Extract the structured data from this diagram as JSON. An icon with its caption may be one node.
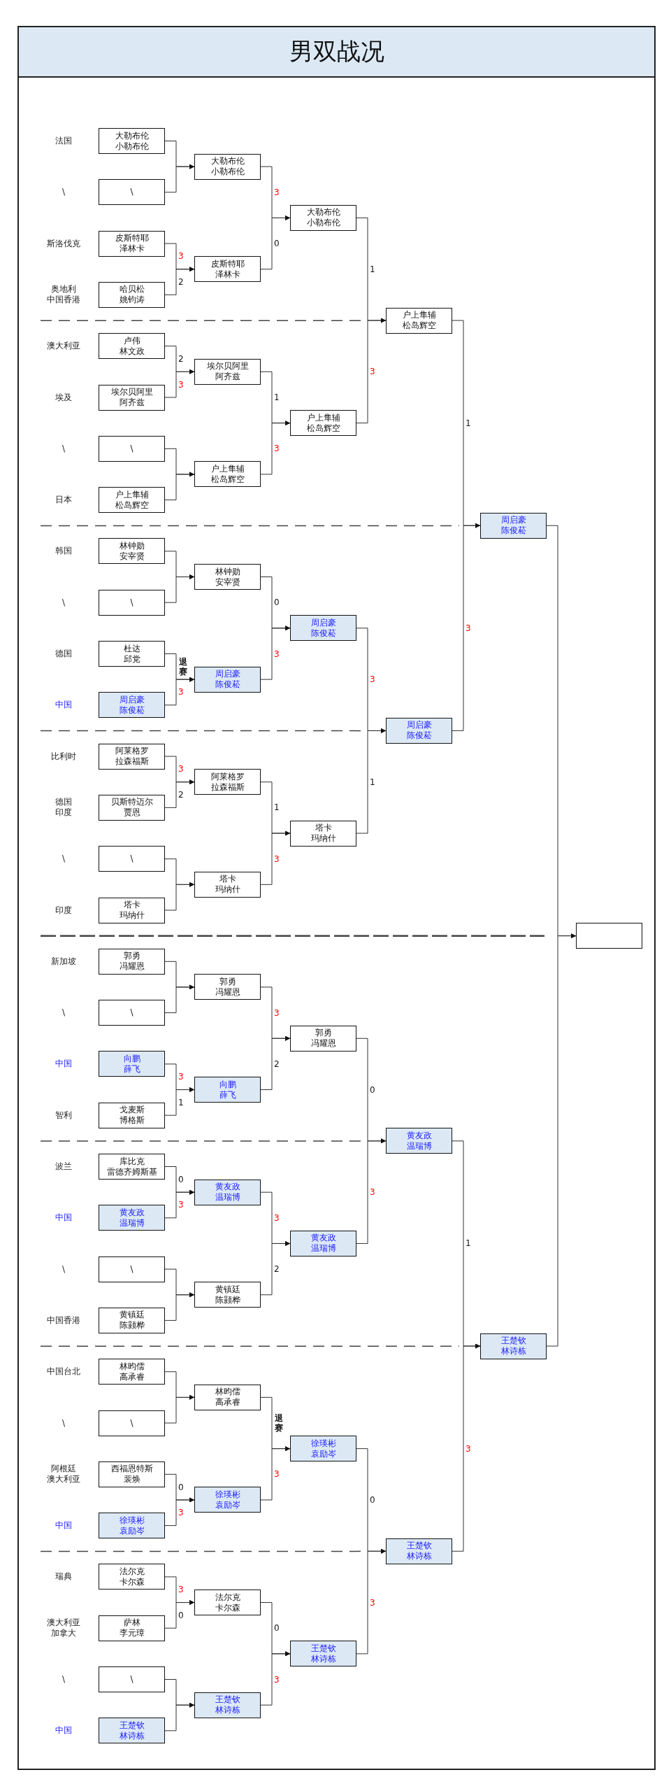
{
  "diagram": {
    "title": "男双战况",
    "nodes": [
      {
        "text": [
          "大勒布伦",
          "小勒布伦"
        ],
        "beside": [
          "法国"
        ]
      },
      {
        "text": [
          "\\"
        ],
        "beside": [
          "\\"
        ]
      },
      {
        "text": [
          "皮斯特耶",
          "泽林卡"
        ],
        "beside": [
          "斯洛伐克"
        ]
      },
      {
        "text": [
          "哈贝松",
          "姚钧涛"
        ],
        "beside": [
          "奥地利",
          "中国香港"
        ]
      },
      {
        "text": [
          "卢伟",
          "林文政"
        ],
        "beside": [
          "澳大利亚"
        ]
      },
      {
        "text": [
          "埃尔贝阿里",
          "阿齐兹"
        ],
        "beside": [
          "埃及"
        ]
      },
      {
        "text": [
          "\\"
        ],
        "beside": [
          "\\"
        ]
      },
      {
        "text": [
          "户上隼辅",
          "松岛辉空"
        ],
        "beside": [
          "日本"
        ]
      },
      {
        "text": [
          "林钟勋",
          "安宰贤"
        ],
        "beside": [
          "韩国"
        ]
      },
      {
        "text": [
          "\\"
        ],
        "beside": [
          "\\"
        ]
      },
      {
        "text": [
          "杜达",
          "邱党"
        ],
        "beside": [
          "德国"
        ]
      },
      {
        "text": [
          "周启豪",
          "陈俊菘"
        ],
        "beside": [
          "中国"
        ]
      },
      {
        "text": [
          "阿莱格罗",
          "拉森福斯"
        ],
        "beside": [
          "比利时"
        ]
      },
      {
        "text": [
          "贝斯特迈尔",
          "贾恩"
        ],
        "beside": [
          "德国",
          "印度"
        ]
      },
      {
        "text": [
          "\\"
        ],
        "beside": [
          "\\"
        ]
      },
      {
        "text": [
          "塔卡",
          "玛纳什"
        ],
        "beside": [
          "印度"
        ]
      },
      {
        "text": [
          "郭勇",
          "冯耀恩"
        ],
        "beside": [
          "新加坡"
        ]
      },
      {
        "text": [
          "\\"
        ],
        "beside": [
          "\\"
        ]
      },
      {
        "text": [
          "向鹏",
          "薛飞"
        ],
        "beside": [
          "中国"
        ]
      },
      {
        "text": [
          "戈麦斯",
          "博格斯"
        ],
        "beside": [
          "智利"
        ]
      },
      {
        "text": [
          "库比克",
          "雷德齐姆斯基"
        ],
        "beside": [
          "波兰"
        ]
      },
      {
        "text": [
          "黄友政",
          "温瑞博"
        ],
        "beside": [
          "中国"
        ]
      },
      {
        "text": [
          "\\"
        ],
        "beside": [
          "\\"
        ]
      },
      {
        "text": [
          "黄镇廷",
          "陈颢桦"
        ],
        "beside": [
          "中国香港"
        ]
      },
      {
        "text": [
          "林昀儒",
          "高承睿"
        ],
        "beside": [
          "中国台北"
        ]
      },
      {
        "text": [
          "\\"
        ],
        "beside": [
          "\\"
        ]
      },
      {
        "text": [
          "西福恩特斯",
          "裴焕"
        ],
        "beside": [
          "阿根廷",
          "澳大利亚"
        ]
      },
      {
        "text": [
          "徐瑛彬",
          "袁励岑"
        ],
        "beside": [
          "中国"
        ]
      },
      {
        "text": [
          "法尔克",
          "卡尔森"
        ],
        "beside": [
          "瑞典"
        ]
      },
      {
        "text": [
          "萨林",
          "李元璋"
        ],
        "beside": [
          "澳大利亚",
          "加拿大"
        ]
      },
      {
        "text": [
          "\\"
        ],
        "beside": [
          "\\"
        ]
      },
      {
        "text": [
          "王楚钦",
          "林诗栋"
        ],
        "beside": [
          "中国"
        ]
      },
      {
        "text": [
          "大勒布伦",
          "小勒布伦"
        ]
      },
      {
        "text": [
          "皮斯特耶",
          "泽林卡"
        ]
      },
      {
        "text": [
          "埃尔贝阿里",
          "阿齐兹"
        ]
      },
      {
        "text": [
          "户上隼辅",
          "松岛辉空"
        ]
      },
      {
        "text": [
          "林钟勋",
          "安宰贤"
        ]
      },
      {
        "text": [
          "周启豪",
          "陈俊菘"
        ]
      },
      {
        "text": [
          "阿莱格罗",
          "拉森福斯"
        ]
      },
      {
        "text": [
          "塔卡",
          "玛纳什"
        ]
      },
      {
        "text": [
          "郭勇",
          "冯耀恩"
        ]
      },
      {
        "text": [
          "向鹏",
          "薛飞"
        ]
      },
      {
        "text": [
          "黄友政",
          "温瑞博"
        ]
      },
      {
        "text": [
          "黄镇廷",
          "陈颢桦"
        ]
      },
      {
        "text": [
          "林昀儒",
          "高承睿"
        ]
      },
      {
        "text": [
          "徐瑛彬",
          "袁励岑"
        ]
      },
      {
        "text": [
          "法尔克",
          "卡尔森"
        ]
      },
      {
        "text": [
          "王楚钦",
          "林诗栋"
        ]
      },
      {
        "text": [
          "大勒布伦",
          "小勒布伦"
        ]
      },
      {
        "text": [
          "户上隼辅",
          "松岛辉空"
        ]
      },
      {
        "text": [
          "周启豪",
          "陈俊菘"
        ]
      },
      {
        "text": [
          "塔卡",
          "玛纳什"
        ]
      },
      {
        "text": [
          "郭勇",
          "冯耀恩"
        ]
      },
      {
        "text": [
          "黄友政",
          "温瑞博"
        ]
      },
      {
        "text": [
          "徐瑛彬",
          "袁励岑"
        ]
      },
      {
        "text": [
          "王楚钦",
          "林诗栋"
        ]
      },
      {
        "text": [
          "户上隼辅",
          "松岛辉空"
        ]
      },
      {
        "text": [
          "周启豪",
          "陈俊菘"
        ]
      },
      {
        "text": [
          "黄友政",
          "温瑞博"
        ]
      },
      {
        "text": [
          "王楚钦",
          "林诗栋"
        ]
      },
      {
        "text": [
          "周启豪",
          "陈俊菘"
        ]
      },
      {
        "text": [
          "王楚钦",
          "林诗栋"
        ]
      },
      {
        "text": [],
        "shape": "box"
      }
    ],
    "edges": [
      {
        "from": 0,
        "to": 32,
        "arrow": "to"
      },
      {
        "from": 1,
        "to": 32,
        "arrow": "to"
      },
      {
        "from": 2,
        "to": 33,
        "arrow": "to",
        "label": "3"
      },
      {
        "from": 3,
        "to": 33,
        "arrow": "to",
        "label": "2"
      },
      {
        "from": 4,
        "to": 34,
        "arrow": "to",
        "label": "2"
      },
      {
        "from": 5,
        "to": 34,
        "arrow": "to",
        "label": "3"
      },
      {
        "from": 6,
        "to": 35,
        "arrow": "to"
      },
      {
        "from": 7,
        "to": 35,
        "arrow": "to"
      },
      {
        "from": 8,
        "to": 36,
        "arrow": "to"
      },
      {
        "from": 9,
        "to": 36,
        "arrow": "to"
      },
      {
        "from": 10,
        "to": 37,
        "arrow": "to",
        "label": "退赛"
      },
      {
        "from": 11,
        "to": 37,
        "arrow": "to",
        "label": "3"
      },
      {
        "from": 12,
        "to": 38,
        "arrow": "to",
        "label": "3"
      },
      {
        "from": 13,
        "to": 38,
        "arrow": "to",
        "label": "2"
      },
      {
        "from": 14,
        "to": 39,
        "arrow": "to"
      },
      {
        "from": 15,
        "to": 39,
        "arrow": "to"
      },
      {
        "from": 16,
        "to": 40,
        "arrow": "to"
      },
      {
        "from": 17,
        "to": 40,
        "arrow": "to"
      },
      {
        "from": 18,
        "to": 41,
        "arrow": "to",
        "label": "3"
      },
      {
        "from": 19,
        "to": 41,
        "arrow": "to",
        "label": "1"
      },
      {
        "from": 20,
        "to": 42,
        "arrow": "to",
        "label": "0"
      },
      {
        "from": 21,
        "to": 42,
        "arrow": "to",
        "label": "3"
      },
      {
        "from": 22,
        "to": 43,
        "arrow": "to"
      },
      {
        "from": 23,
        "to": 43,
        "arrow": "to"
      },
      {
        "from": 24,
        "to": 44,
        "arrow": "to"
      },
      {
        "from": 25,
        "to": 44,
        "arrow": "to"
      },
      {
        "from": 26,
        "to": 45,
        "arrow": "to",
        "label": "0"
      },
      {
        "from": 27,
        "to": 45,
        "arrow": "to",
        "label": "3"
      },
      {
        "from": 28,
        "to": 46,
        "arrow": "to",
        "label": "3"
      },
      {
        "from": 29,
        "to": 46,
        "arrow": "to",
        "label": "0"
      },
      {
        "from": 30,
        "to": 47,
        "arrow": "to"
      },
      {
        "from": 31,
        "to": 47,
        "arrow": "to"
      },
      {
        "from": 32,
        "to": 48,
        "arrow": "to",
        "label": "3"
      },
      {
        "from": 33,
        "to": 48,
        "arrow": "to",
        "label": "0"
      },
      {
        "from": 34,
        "to": 49,
        "arrow": "to",
        "label": "1"
      },
      {
        "from": 35,
        "to": 49,
        "arrow": "to",
        "label": "3"
      },
      {
        "from": 36,
        "to": 50,
        "arrow": "to",
        "label": "0"
      },
      {
        "from": 37,
        "to": 50,
        "arrow": "to",
        "label": "3"
      },
      {
        "from": 38,
        "to": 51,
        "arrow": "to",
        "label": "1"
      },
      {
        "from": 39,
        "to": 51,
        "arrow": "to",
        "label": "3"
      },
      {
        "from": 40,
        "to": 52,
        "arrow": "to",
        "label": "3"
      },
      {
        "from": 41,
        "to": 52,
        "arrow": "to",
        "label": "2"
      },
      {
        "from": 42,
        "to": 53,
        "arrow": "to",
        "label": "3"
      },
      {
        "from": 43,
        "to": 53,
        "arrow": "to",
        "label": "2"
      },
      {
        "from": 44,
        "to": 54,
        "arrow": "to",
        "label": "退赛"
      },
      {
        "from": 45,
        "to": 54,
        "arrow": "to",
        "label": "3"
      },
      {
        "from": 46,
        "to": 55,
        "arrow": "to",
        "label": "0"
      },
      {
        "from": 47,
        "to": 55,
        "arrow": "to",
        "label": "3"
      },
      {
        "from": 48,
        "to": 56,
        "arrow": "to",
        "label": "1"
      },
      {
        "from": 49,
        "to": 56,
        "arrow": "to",
        "label": "3"
      },
      {
        "from": 50,
        "to": 57,
        "arrow": "to",
        "label": "3"
      },
      {
        "from": 51,
        "to": 57,
        "arrow": "to",
        "label": "1"
      },
      {
        "from": 52,
        "to": 58,
        "arrow": "to",
        "label": "0"
      },
      {
        "from": 53,
        "to": 58,
        "arrow": "to",
        "label": "3"
      },
      {
        "from": 54,
        "to": 59,
        "arrow": "to",
        "label": "0"
      },
      {
        "from": 55,
        "to": 59,
        "arrow": "to",
        "label": "3"
      },
      {
        "from": 56,
        "to": 60,
        "arrow": "to",
        "label": "1"
      },
      {
        "from": 57,
        "to": 60,
        "arrow": "to",
        "label": "3"
      },
      {
        "from": 58,
        "to": 61,
        "arrow": "to",
        "label": "1"
      },
      {
        "from": 59,
        "to": 61,
        "arrow": "to",
        "label": "3"
      },
      {
        "from": 60,
        "to": 62,
        "arrow": "to"
      },
      {
        "from": 61,
        "to": 62,
        "arrow": "to"
      }
    ]
  }
}
